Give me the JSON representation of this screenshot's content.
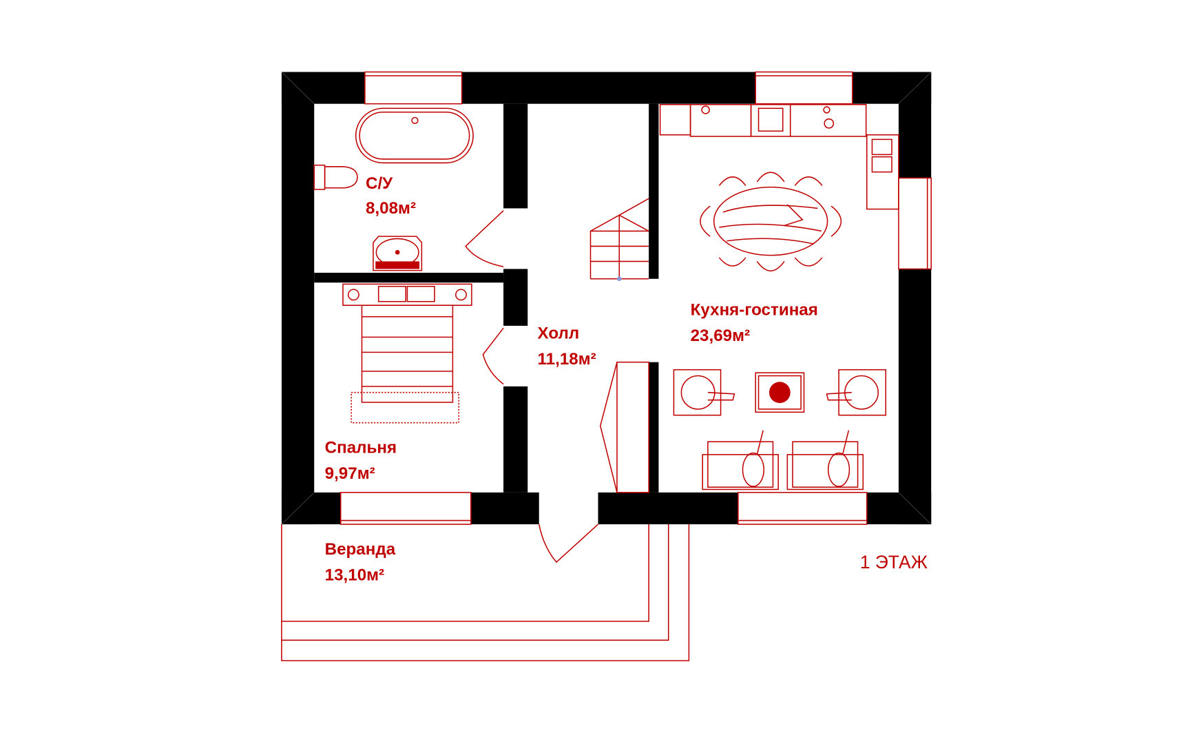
{
  "plan": {
    "floor_label": "1 ЭТАЖ",
    "accent_color": "#c00000",
    "rooms": [
      {
        "name": "С/У",
        "area": "8,08м²"
      },
      {
        "name": "Спальня",
        "area": "9,97м²"
      },
      {
        "name": "Холл",
        "area": "11,18м²"
      },
      {
        "name": "Кухня-гостиная",
        "area": "23,69м²"
      },
      {
        "name": "Веранда",
        "area": "13,10м²"
      }
    ]
  }
}
